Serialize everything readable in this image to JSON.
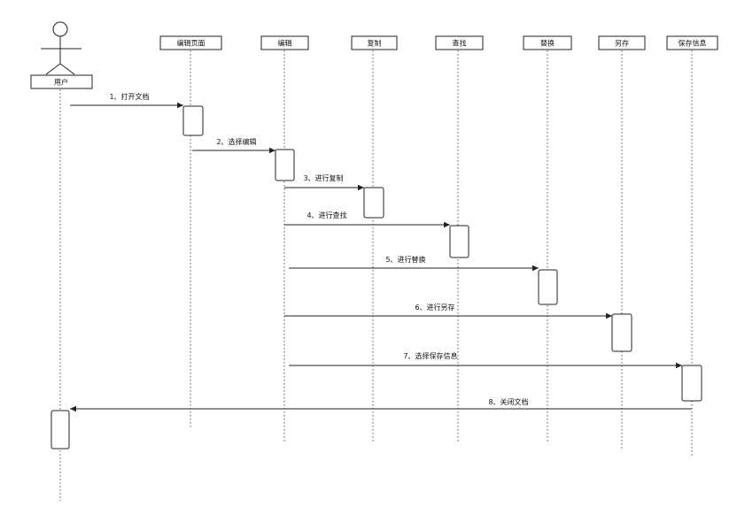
{
  "diagram": {
    "actor": {
      "label": "用户"
    },
    "participants": [
      {
        "id": "edit-page",
        "label": "编辑页面"
      },
      {
        "id": "edit",
        "label": "编辑"
      },
      {
        "id": "copy",
        "label": "复制"
      },
      {
        "id": "find",
        "label": "查找"
      },
      {
        "id": "replace",
        "label": "替换"
      },
      {
        "id": "save-as",
        "label": "另存"
      },
      {
        "id": "save-info",
        "label": "保存信息"
      }
    ],
    "messages": [
      {
        "from": "user",
        "to": "edit-page",
        "label": "1、打开文档"
      },
      {
        "from": "edit-page",
        "to": "edit",
        "label": "2、选择编辑"
      },
      {
        "from": "edit",
        "to": "copy",
        "label": "3、进行复制"
      },
      {
        "from": "edit",
        "to": "find",
        "label": "4、进行查找"
      },
      {
        "from": "edit",
        "to": "replace",
        "label": "5、进行替换"
      },
      {
        "from": "edit",
        "to": "save-as",
        "label": "6、进行另存"
      },
      {
        "from": "edit",
        "to": "save-info",
        "label": "7、选择保存信息"
      },
      {
        "from": "save-info",
        "to": "user",
        "label": "8、关闭文档"
      }
    ]
  }
}
